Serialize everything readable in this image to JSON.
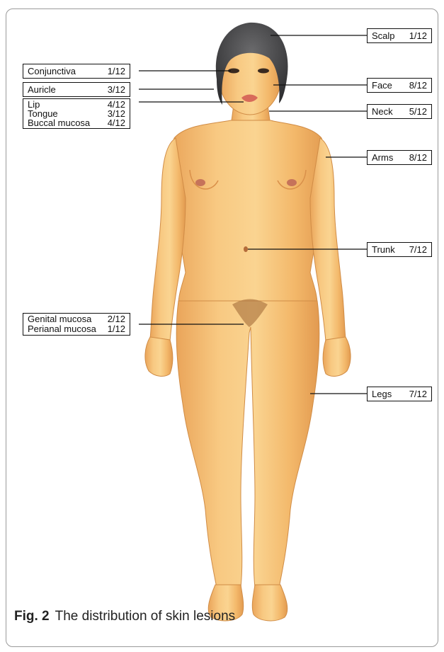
{
  "figure": {
    "caption_label": "Fig. 2",
    "caption_text": "The distribution of skin lesions"
  },
  "colors": {
    "skin_light": "#f9cf8a",
    "skin_mid": "#f3b565",
    "skin_shadow": "#d9904a",
    "hair": "#4a4a4c",
    "frame": "#9a9a9a",
    "label_border": "#111111"
  },
  "labels": {
    "scalp": {
      "name": "Scalp",
      "value": "1/12"
    },
    "conjunctiva": {
      "name": "Conjunctiva",
      "value": "1/12"
    },
    "auricle": {
      "name": "Auricle",
      "value": "3/12"
    },
    "lip": {
      "name": "Lip",
      "value": "4/12"
    },
    "tongue": {
      "name": "Tongue",
      "value": "3/12"
    },
    "buccal": {
      "name": "Buccal mucosa",
      "value": "4/12"
    },
    "face": {
      "name": "Face",
      "value": "8/12"
    },
    "neck": {
      "name": "Neck",
      "value": "5/12"
    },
    "arms": {
      "name": "Arms",
      "value": "8/12"
    },
    "trunk": {
      "name": "Trunk",
      "value": "7/12"
    },
    "genital": {
      "name": "Genital mucosa",
      "value": "2/12"
    },
    "perianal": {
      "name": "Perianal mucosa",
      "value": "1/12"
    },
    "legs": {
      "name": "Legs",
      "value": "7/12"
    }
  }
}
